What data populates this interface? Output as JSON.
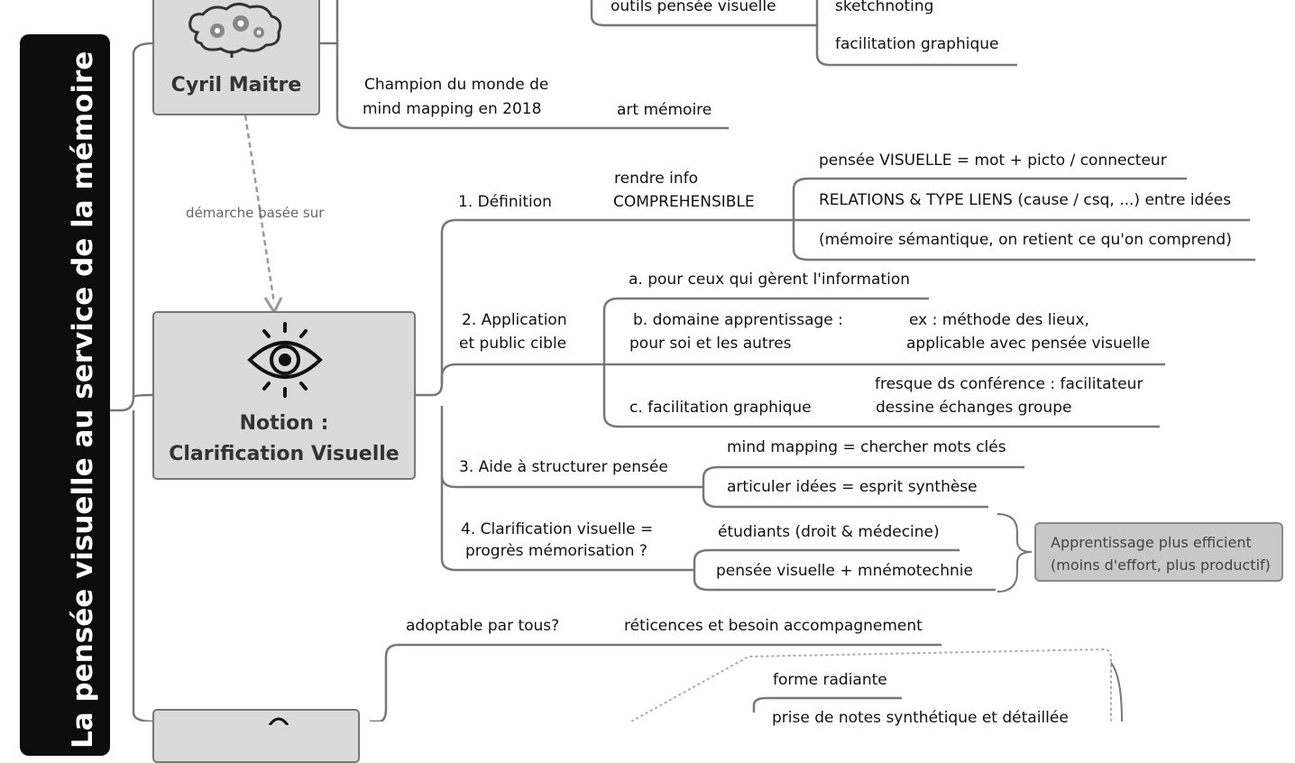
{
  "root": {
    "title": "La pensée visuelle au service de la mémoire"
  },
  "cyril": {
    "title": "Cyril Maitre",
    "outils": "outils pensée visuelle",
    "sketch": "sketchnoting",
    "facil": "facilitation graphique",
    "champion": [
      "Champion du monde de",
      "mind mapping en 2018"
    ],
    "art": "art mémoire"
  },
  "link_note": "démarche basée sur",
  "notion": {
    "title": [
      "Notion :",
      "Clarification Visuelle"
    ],
    "def": {
      "label": "1. Définition",
      "rendre": [
        "rendre info",
        "COMPREHENSIBLE"
      ],
      "items": [
        "pensée VISUELLE = mot + picto / connecteur",
        "RELATIONS & TYPE LIENS (cause / csq, ...) entre idées",
        "(mémoire sémantique, on retient ce qu'on comprend)"
      ]
    },
    "app": {
      "label": [
        "2. Application",
        "et public cible"
      ],
      "a": "a. pour ceux qui gèrent l'information",
      "b": [
        "b. domaine apprentissage :",
        "pour soi et les autres"
      ],
      "b_ex": [
        "ex : méthode des lieux,",
        "applicable avec pensée visuelle"
      ],
      "c": "c. facilitation graphique",
      "c_ex": [
        "fresque ds conférence : facilitateur",
        "dessine échanges groupe"
      ]
    },
    "aide": {
      "label": "3. Aide à structurer pensée",
      "items": [
        "mind mapping = chercher mots clés",
        "articuler idées = esprit synthèse"
      ]
    },
    "clar": {
      "label": [
        "4. Clarification visuelle =",
        "progrès mémorisation ?"
      ],
      "items": [
        "étudiants (droit & médecine)",
        "pensée visuelle + mnémotechnie"
      ],
      "callout": [
        "Apprentissage plus efficient",
        "(moins d'effort, plus productif)"
      ]
    }
  },
  "bottom": {
    "adopt": "adoptable par tous?",
    "reticence": "réticences et besoin accompagnement",
    "forme": "forme radiante",
    "prise": "prise de notes synthétique et détaillée"
  }
}
